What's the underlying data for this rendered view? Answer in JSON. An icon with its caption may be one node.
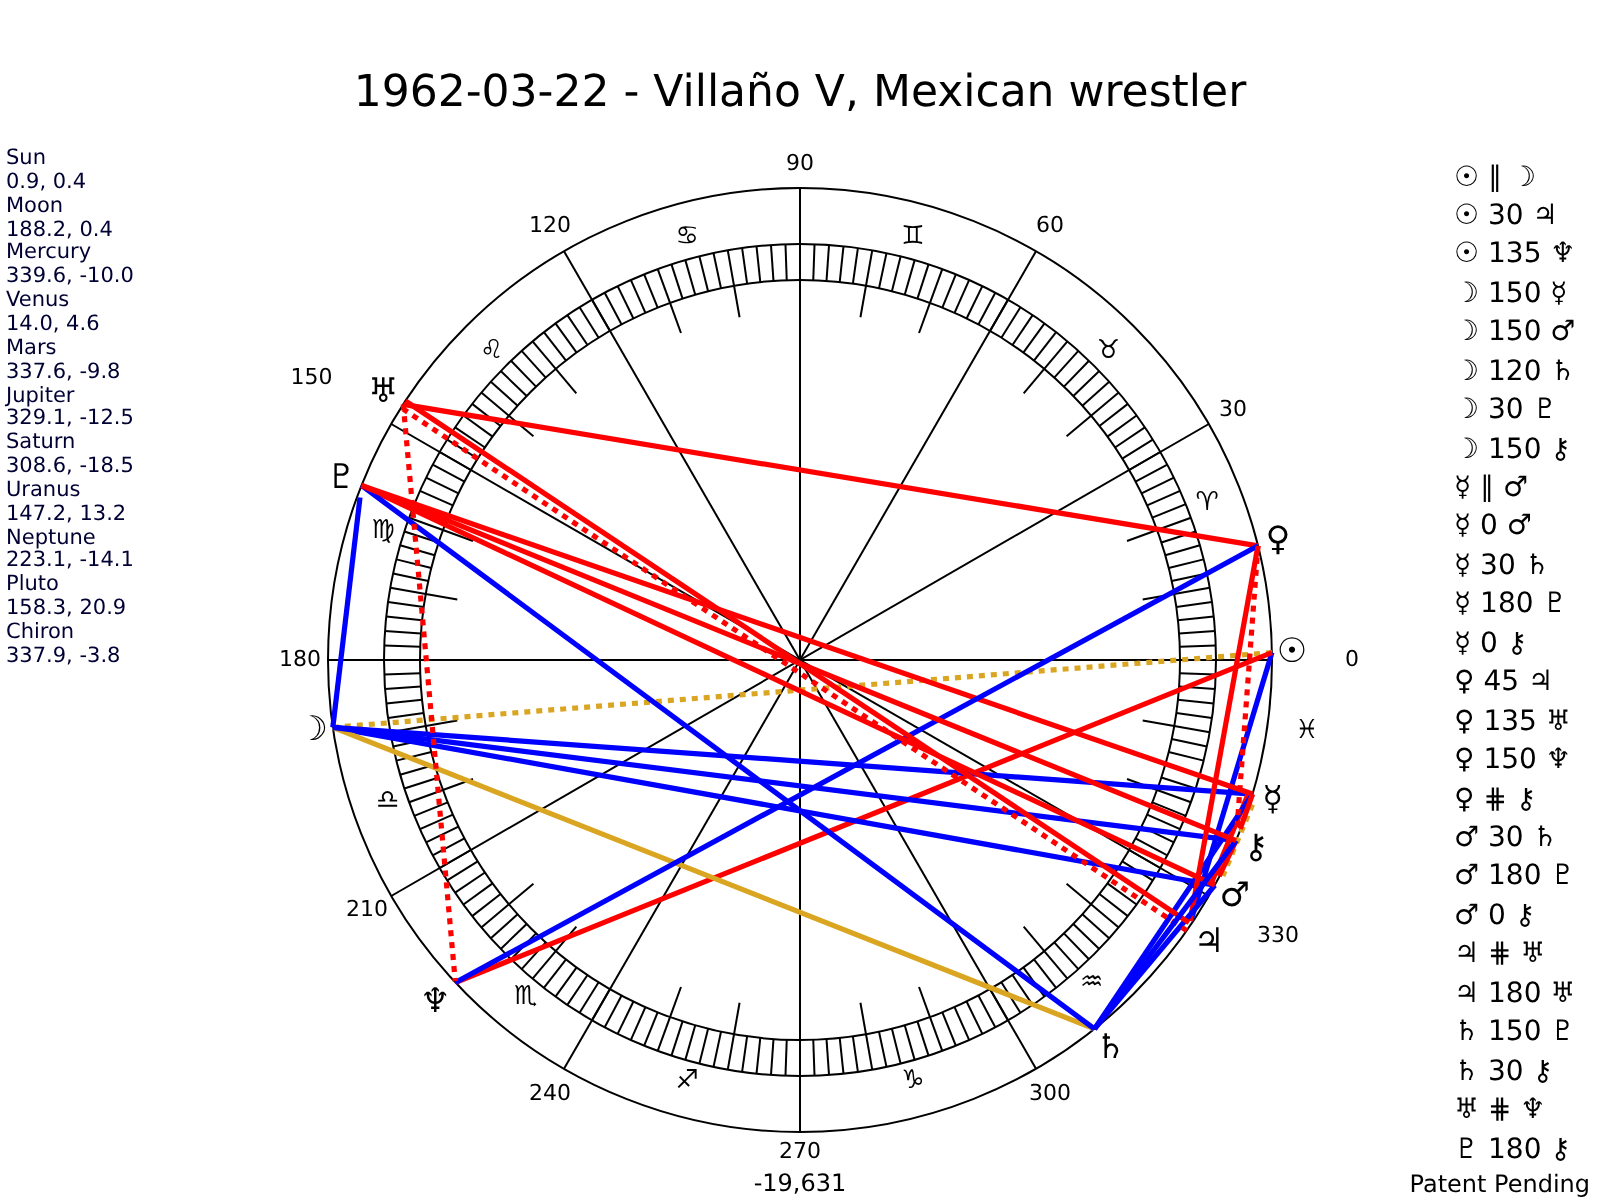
{
  "diagram": {
    "title": "1962-03-22 - Villaño V, Mexican wrestler",
    "nodes": [
      {
        "text": [
          "☉"
        ]
      },
      {
        "text": [
          "☽"
        ]
      },
      {
        "text": [
          "☿"
        ]
      },
      {
        "text": [
          "♀"
        ]
      },
      {
        "text": [
          "♂"
        ]
      },
      {
        "text": [
          "♃"
        ]
      },
      {
        "text": [
          "♄"
        ]
      },
      {
        "text": [
          "♅"
        ]
      },
      {
        "text": [
          "♆"
        ]
      },
      {
        "text": [
          "♇"
        ]
      },
      {
        "text": [
          "⚷"
        ]
      }
    ],
    "edges": [
      {
        "from": 0,
        "to": 1,
        "arrow": "none",
        "style": "dashed",
        "color": "#daa520"
      },
      {
        "from": 0,
        "to": 5,
        "arrow": "none",
        "color": "#0000ff"
      },
      {
        "from": 0,
        "to": 8,
        "arrow": "none"
      },
      {
        "from": 1,
        "to": 2,
        "arrow": "none",
        "color": "#0000ff"
      },
      {
        "from": 1,
        "to": 4,
        "arrow": "none",
        "color": "#0000ff"
      },
      {
        "from": 1,
        "to": 6,
        "arrow": "none",
        "color": "#daa520"
      },
      {
        "from": 1,
        "to": 9,
        "arrow": "none",
        "color": "#0000ff"
      },
      {
        "from": 1,
        "to": 10,
        "arrow": "none",
        "color": "#0000ff"
      },
      {
        "from": 2,
        "to": 4,
        "arrow": "none",
        "style": "dashed",
        "color": "#daa520"
      },
      {
        "from": 2,
        "to": 4,
        "arrow": "none"
      },
      {
        "from": 2,
        "to": 6,
        "arrow": "none",
        "color": "#0000ff"
      },
      {
        "from": 2,
        "to": 9,
        "arrow": "none"
      },
      {
        "from": 2,
        "to": 10,
        "arrow": "none"
      },
      {
        "from": 3,
        "to": 5,
        "arrow": "none"
      },
      {
        "from": 3,
        "to": 7,
        "arrow": "none"
      },
      {
        "from": 3,
        "to": 8,
        "arrow": "none",
        "color": "#0000ff"
      },
      {
        "from": 3,
        "to": 10,
        "arrow": "none",
        "style": "dashed"
      },
      {
        "from": 4,
        "to": 6,
        "arrow": "none",
        "color": "#0000ff"
      },
      {
        "from": 4,
        "to": 9,
        "arrow": "none"
      },
      {
        "from": 4,
        "to": 10,
        "arrow": "none"
      },
      {
        "from": 5,
        "to": 7,
        "arrow": "none",
        "style": "dashed"
      },
      {
        "from": 5,
        "to": 7,
        "arrow": "none"
      },
      {
        "from": 6,
        "to": 9,
        "arrow": "none",
        "color": "#0000ff"
      },
      {
        "from": 6,
        "to": 10,
        "arrow": "none",
        "color": "#0000ff"
      },
      {
        "from": 7,
        "to": 8,
        "arrow": "none",
        "style": "dashed"
      },
      {
        "from": 9,
        "to": 10,
        "arrow": "none"
      }
    ],
    "labels": [
      "Sun",
      "0.9, 0.4",
      "Moon",
      "188.2, 0.4",
      "Mercury",
      "339.6, -10.0",
      "Venus",
      "14.0, 4.6",
      "Mars",
      "337.6, -9.8",
      "Jupiter",
      "329.1, -12.5",
      "Saturn",
      "308.6, -18.5",
      "Uranus",
      "147.2, 13.2",
      "Neptune",
      "223.1, -14.1",
      "Pluto",
      "158.3, 20.9",
      "Chiron",
      "337.9, -3.8",
      "90",
      "120",
      "♋",
      "♊",
      "60",
      "♌",
      "♉",
      "150",
      "30",
      "♈",
      "♍",
      "180",
      "0",
      "♓",
      "♎",
      "210",
      "330",
      "♏",
      "♒",
      "240",
      "♐",
      "♑",
      "300",
      "270",
      "☉ ∥ ☽",
      "☉ 30 ♃",
      "☉ 135 ♆",
      "☽ 150 ☿",
      "☽ 150 ♂",
      "☽ 120 ♄",
      "☽ 30 ♇",
      "☽ 150 ⚷",
      "☿ ∥ ♂",
      "☿ 0 ♂",
      "☿ 30 ♄",
      "☿ 180 ♇",
      "☿ 0 ⚷",
      "♀ 45 ♃",
      "♀ 135 ♅",
      "♀ 150 ♆",
      "♀ ⋕ ⚷",
      "♂ 30 ♄",
      "♂ 180 ♇",
      "♂ 0 ⚷",
      "♃ ⋕ ♅",
      "♃ 180 ♅",
      "♄ 150 ♇",
      "♄ 30 ⚷",
      "♅ ⋕ ♆",
      "♇ 180 ⚷",
      "-19,631",
      "Patent Pending"
    ]
  }
}
